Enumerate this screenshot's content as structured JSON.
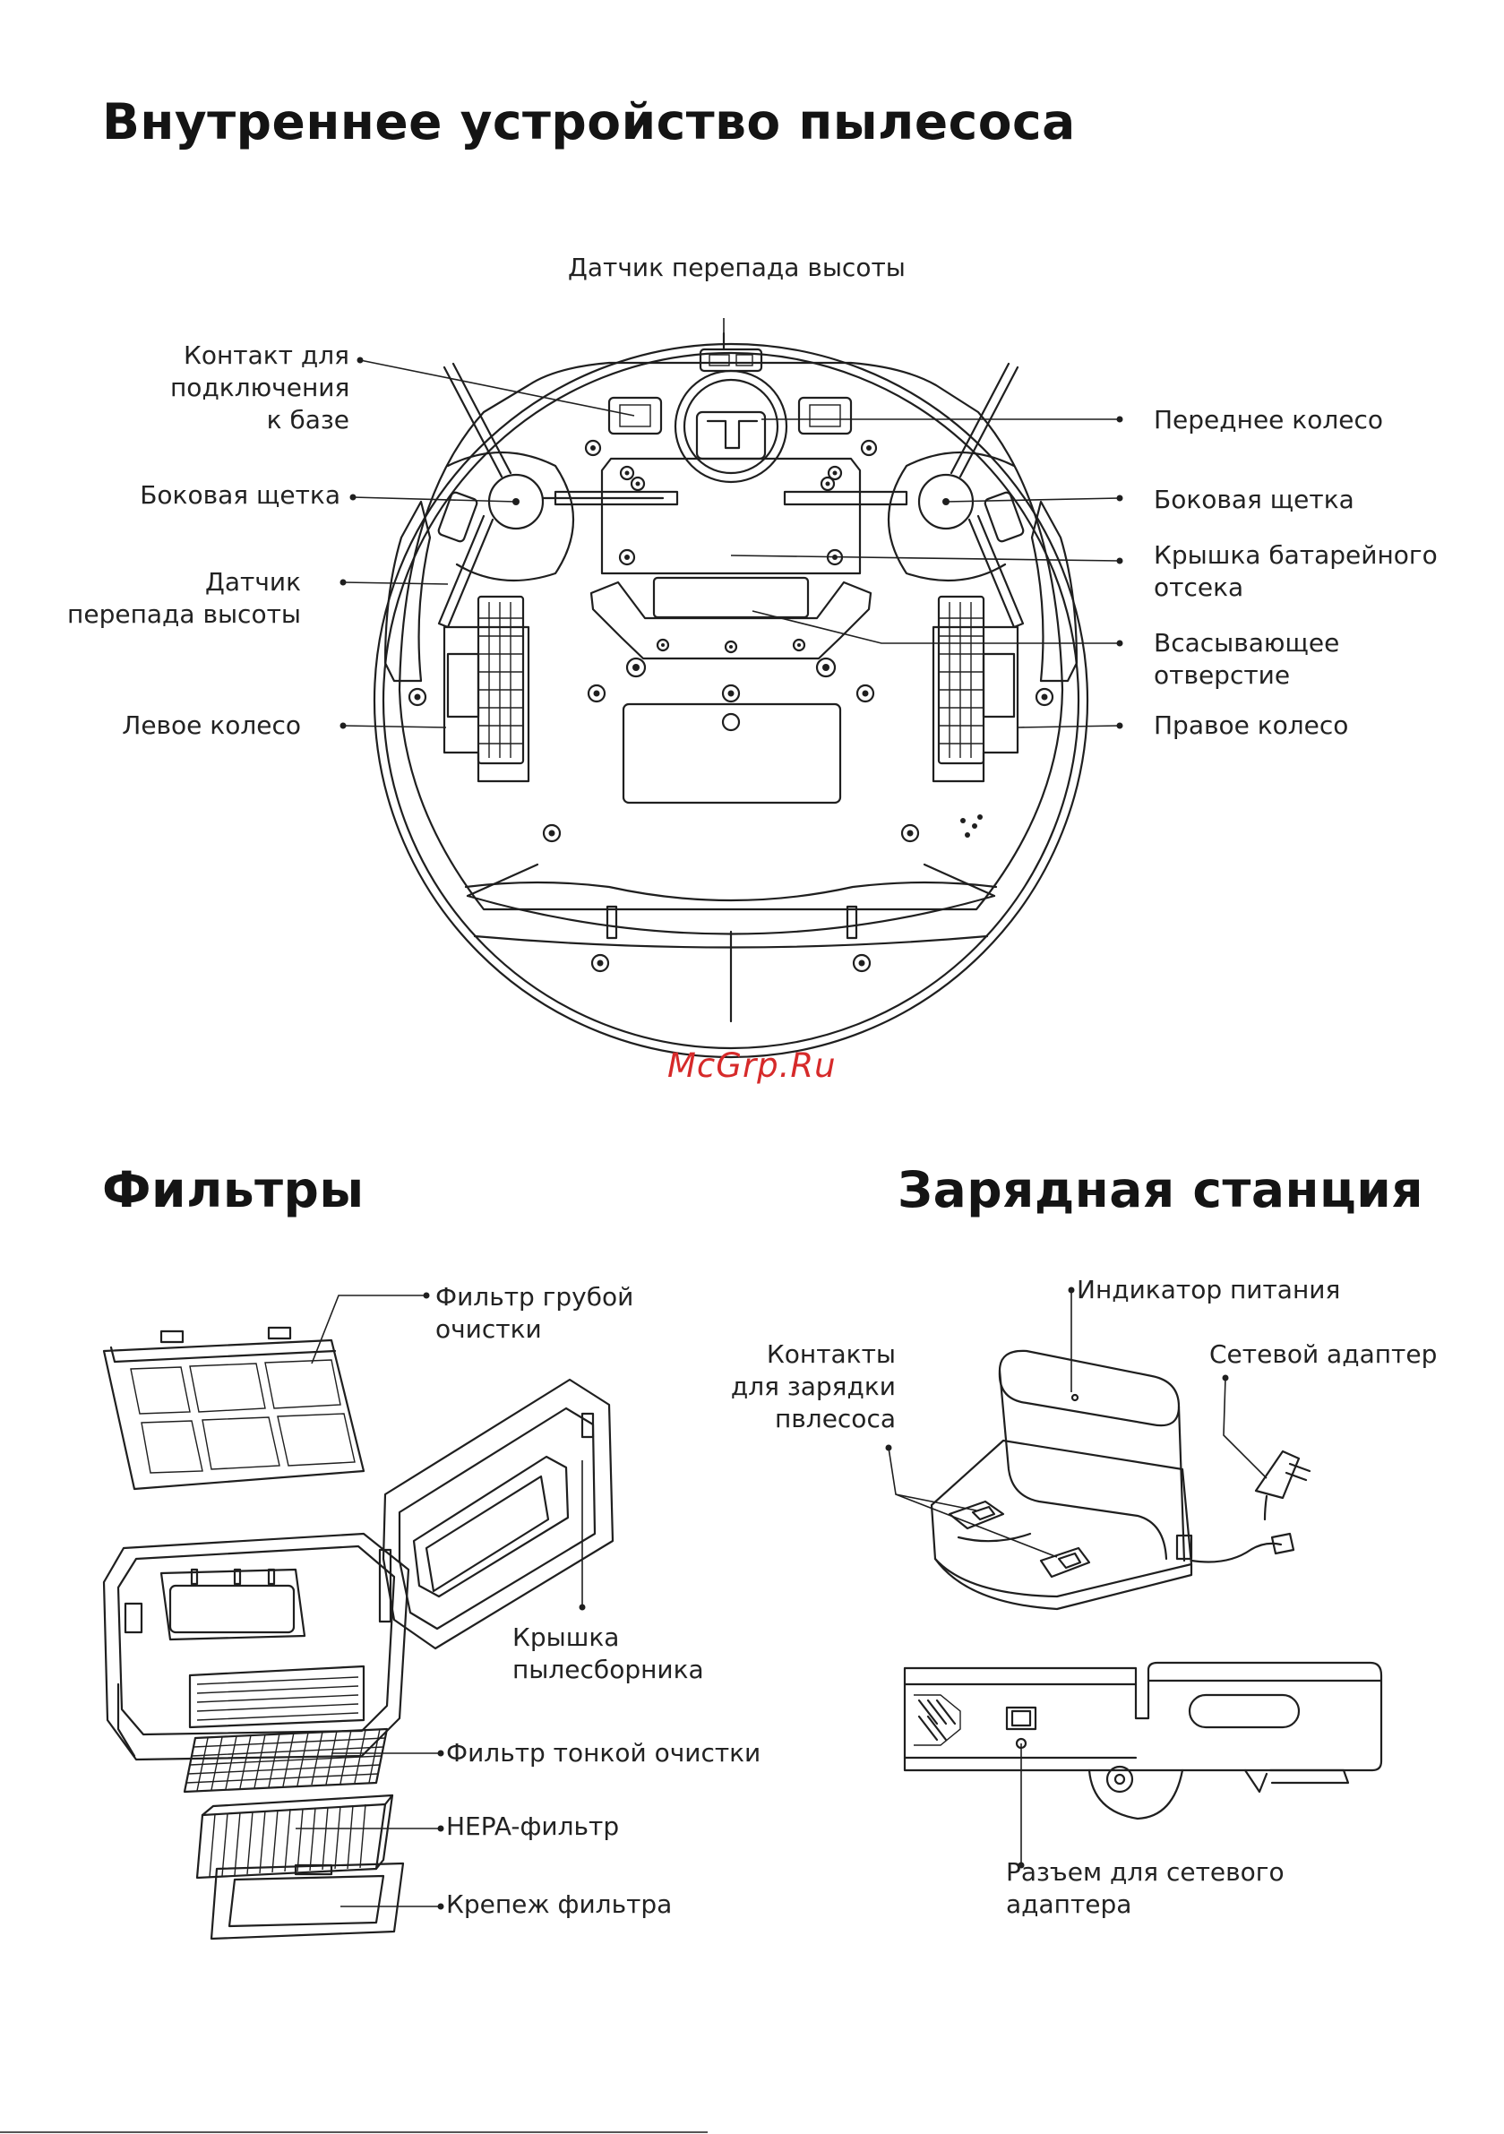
{
  "titles": {
    "main": "Внутреннее устройство пылесоса",
    "filters": "Фильтры",
    "station": "Зарядная станция"
  },
  "watermark": "McGrp.Ru",
  "robot_labels": {
    "cliff_sensor_top": "Датчик перепада высоты",
    "base_contact": [
      "Контакт для",
      "подключения",
      "к базе"
    ],
    "side_brush_left": "Боковая щетка",
    "cliff_sensor_left": [
      "Датчик",
      "перепада высоты"
    ],
    "left_wheel": "Левое колесо",
    "front_wheel": "Переднее колесо",
    "side_brush_right": "Боковая щетка",
    "battery_cover": [
      "Крышка батарейного",
      "отсека"
    ],
    "suction_inlet": [
      "Всасывающее",
      "отверстие"
    ],
    "right_wheel": "Правое колесо"
  },
  "filter_labels": {
    "coarse_filter": [
      "Фильтр грубой",
      "очистки"
    ],
    "dustbin_lid": [
      "Крышка",
      "пылесборника"
    ],
    "fine_filter": "Фильтр тонкой очистки",
    "hepa_filter": "HEPA-фильтр",
    "filter_holder": "Крепеж фильтра"
  },
  "station_labels": {
    "power_indicator": "Индикатор питания",
    "charging_contacts": [
      "Контакты",
      "для зарядки",
      "пвлесоса"
    ],
    "power_adapter": "Сетевой адаптер",
    "adapter_socket": [
      "Разъем для сетевого",
      "адаптера"
    ]
  }
}
